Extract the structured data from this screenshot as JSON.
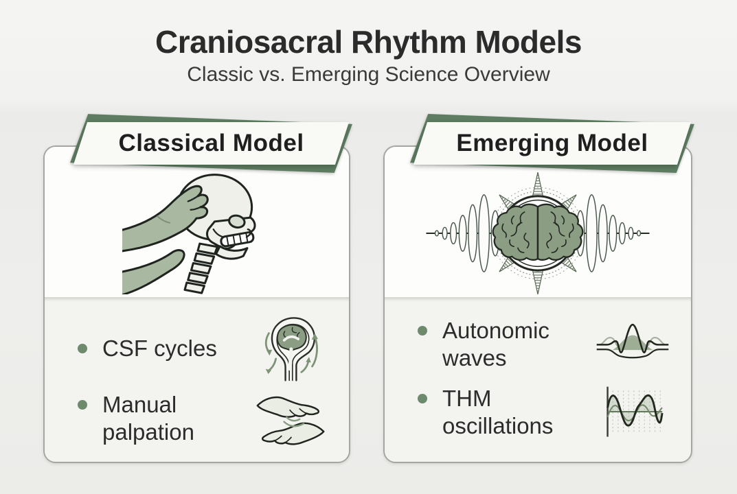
{
  "header": {
    "title": "Craniosacral Rhythm Models",
    "subtitle": "Classic vs. Emerging Science Overview"
  },
  "panels": [
    {
      "header": "Classical Model",
      "illustration": "hands-palpating-skull",
      "bullets": [
        {
          "label": "CSF cycles",
          "icon": "csf-circulation-icon"
        },
        {
          "label": "Manual palpation",
          "icon": "palpating-hands-icon"
        }
      ]
    },
    {
      "header": "Emerging Model",
      "illustration": "brain-signal-burst",
      "bullets": [
        {
          "label": "Autonomic waves",
          "icon": "autonomic-waveform-icon"
        },
        {
          "label": "THM oscillations",
          "icon": "thm-oscillation-chart-icon"
        }
      ]
    }
  ],
  "colors": {
    "accent_green": "#5e7c61",
    "bullet_green": "#6d8a6d",
    "sage_fill": "#a9b8a0",
    "brain_green": "#8b9d83",
    "text_dark": "#2c2c2c",
    "panel_border": "#a5a5a2",
    "background": "#eeeeec"
  }
}
